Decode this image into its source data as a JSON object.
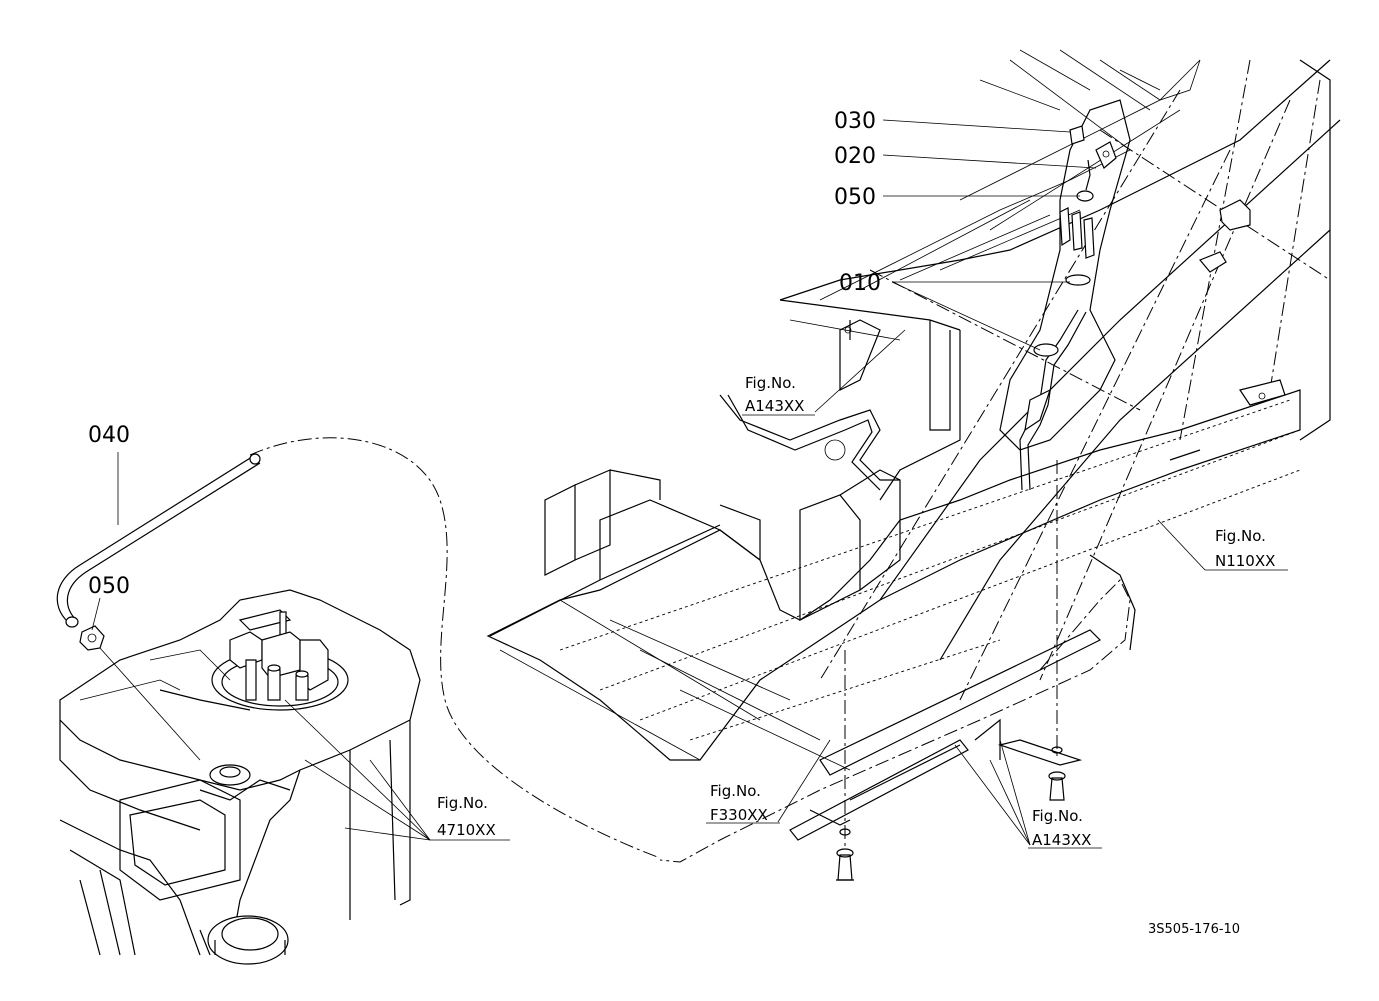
{
  "part_labels": {
    "p030": "030",
    "p020": "020",
    "p050_top": "050",
    "p010": "010",
    "p040": "040",
    "p050_left": "050"
  },
  "figure_refs": {
    "a143_upper": {
      "prefix": "Fig.No.",
      "code": "A143XX"
    },
    "n110": {
      "prefix": "Fig.No.",
      "code": "N110XX"
    },
    "f330": {
      "prefix": "Fig.No.",
      "code": "F330XX"
    },
    "a143_lower": {
      "prefix": "Fig.No.",
      "code": "A143XX"
    },
    "p4710": {
      "prefix": "Fig.No.",
      "code": "4710XX"
    }
  },
  "drawing_code": "3S505-176-10"
}
